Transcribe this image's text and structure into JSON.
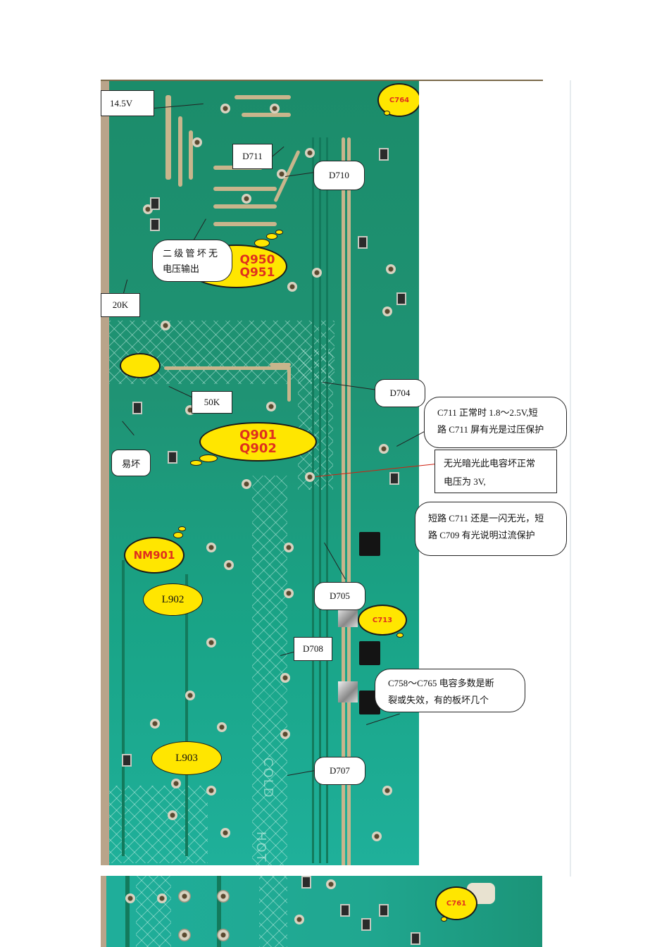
{
  "document": {
    "figure_1": {
      "labels": {
        "v145": "14.5V",
        "d711": "D711",
        "d710": "D710",
        "c764": "C764",
        "diode_note_line1": "二 级 管 坏 无",
        "diode_note_line2": "电压输出",
        "q_hidden_1": "Q950",
        "q_hidden_2": "Q951",
        "r20k": "20K",
        "r50k": "50K",
        "d704": "D704",
        "fragile": "易坏",
        "q901": "Q901",
        "q902": "Q902",
        "nm901": "NM901",
        "l902": "L902",
        "d705": "D705",
        "c713": "C713",
        "d708": "D708",
        "l903": "L903",
        "d707": "D707",
        "silk_cold": "COLD",
        "silk_hot": "HOT"
      },
      "notes": {
        "c711_normal_line1": "C711  正常时  1.8～2.5V,短",
        "c711_normal_line2": "路 C711 屏有光是过压保护",
        "no_light_line1": "无光暗光此电容坏正常",
        "no_light_line2": "电压为 3V,",
        "short_c711_line1": "短路 C711 还是一闪无光，短",
        "short_c711_line2": "路 C709 有光说明过流保护",
        "c758_line1": "C758～C765  电容多数是断",
        "c758_line2": "裂或失效，有的板坏几个"
      }
    },
    "figure_2": {
      "labels": {
        "c761": "C761"
      }
    }
  },
  "colors": {
    "pcb_green": "#1f9374",
    "marker_yellow": "#ffe600",
    "marker_text_red": "#e0301e",
    "arrow_red": "#d02010"
  }
}
